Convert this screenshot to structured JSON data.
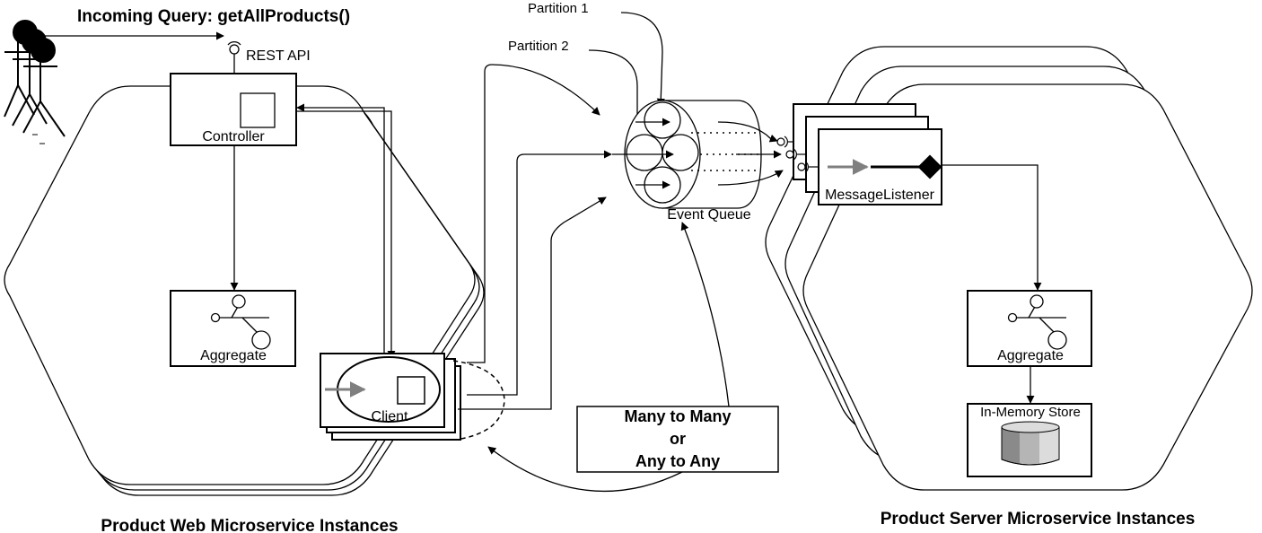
{
  "incoming_query": "Incoming Query: getAllProducts()",
  "rest_api": "REST API",
  "web": {
    "controller": "Controller",
    "aggregate": "Aggregate",
    "client": "Client",
    "caption": "Product Web Microservice Instances"
  },
  "queue": {
    "partition_1": "Partition 1",
    "partition_2": "Partition 2",
    "label": "Event Queue"
  },
  "note": {
    "line1": "Many to Many",
    "line2": "or",
    "line3": "Any to Any"
  },
  "server": {
    "message_listener": "MessageListener",
    "aggregate": "Aggregate",
    "store": "In-Memory Store",
    "caption": "Product Server Microservice Instances"
  },
  "colors": {
    "line": "#000000",
    "grey_arrow": "#7f7f7f",
    "store_dark": "#8a8a8a",
    "store_mid": "#b5b5b5",
    "store_light": "#dcdcdc"
  }
}
